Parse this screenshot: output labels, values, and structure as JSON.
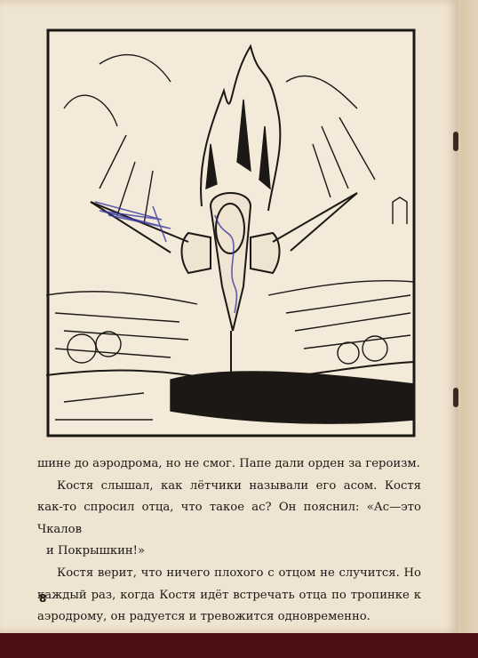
{
  "page": {
    "number": "8",
    "paragraphs": [
      {
        "text": "шине до аэродрома, но не смог. Папе дали орден за героизм.",
        "style": "flush"
      },
      {
        "text": "Костя слышал, как лётчики называли его асом. Костя как-то спросил отца, что такое ас? Он пояснил: «Ас—это Чкалов",
        "style": "indent"
      },
      {
        "text": "и Покрышкин!»",
        "style": "quote-cont"
      },
      {
        "text": "Костя верит, что ничего плохого с отцом не случится. Но каждый раз, когда Костя идёт встречать отца по тропинке к аэродрому, он радуется и тревожится одновременно.",
        "style": "indent"
      }
    ]
  },
  "colors": {
    "paper": "#efe4d1",
    "ink": "#1c1815",
    "background": "#4a1012",
    "pen_scribble": "#3a3aa0"
  }
}
